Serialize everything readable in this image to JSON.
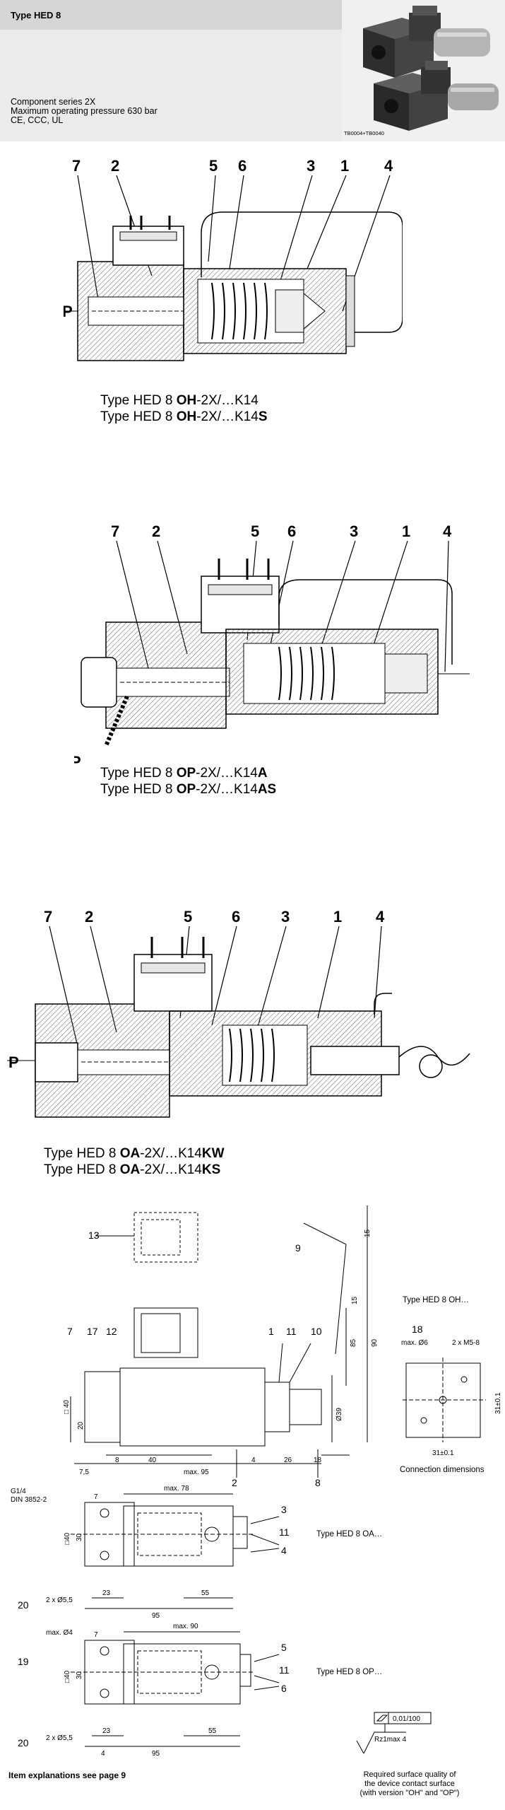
{
  "header": {
    "title": "Type HED 8",
    "specs": [
      "Component series 2X",
      "Maximum operating pressure 630 bar",
      "CE, CCC, UL"
    ],
    "photo_code": "TB0004+TB0040"
  },
  "section1": {
    "numbers": [
      "7",
      "2",
      "5",
      "6",
      "3",
      "1",
      "4"
    ],
    "port": "P",
    "caption": [
      {
        "prefix": "Type HED 8 ",
        "bold": "OH",
        "mid": "-2X/…K14",
        "suffix_bold": ""
      },
      {
        "prefix": "Type HED 8 ",
        "bold": "OH",
        "mid": "-2X/…K14",
        "suffix_bold": "S"
      }
    ]
  },
  "section2": {
    "numbers": [
      "7",
      "2",
      "5",
      "6",
      "3",
      "1",
      "4"
    ],
    "port": "P",
    "caption": [
      {
        "prefix": "Type HED 8 ",
        "bold": "OP",
        "mid": "-2X/…K14",
        "suffix_bold": "A"
      },
      {
        "prefix": "Type HED 8 ",
        "bold": "OP",
        "mid": "-2X/…K14",
        "suffix_bold": "AS"
      }
    ]
  },
  "section3": {
    "numbers": [
      "7",
      "2",
      "5",
      "6",
      "3",
      "1",
      "4"
    ],
    "port": "P",
    "caption": [
      {
        "prefix": "Type HED 8 ",
        "bold": "OA",
        "mid": "-2X/…K14",
        "suffix_bold": "KW"
      },
      {
        "prefix": "Type HED 8 ",
        "bold": "OA",
        "mid": "-2X/…K14",
        "suffix_bold": "KS"
      }
    ]
  },
  "dimensions": {
    "side_view": {
      "labels": [
        "13",
        "9",
        "7",
        "17",
        "12",
        "1",
        "11",
        "10",
        "2",
        "8"
      ],
      "dims": [
        "15",
        "15",
        "90",
        "85",
        "□ 40",
        "20",
        "Ø39",
        "7,5",
        "8",
        "40",
        "max. 95",
        "4",
        "26",
        "18"
      ]
    },
    "oh_view": {
      "type_label": "Type HED 8 OH…",
      "labels": [
        "18"
      ],
      "dims": [
        "max. Ø6",
        "2 x M5-8",
        "31±0.1",
        "31±0.1"
      ],
      "caption": "Connection dimensions"
    },
    "oa_view": {
      "type_label": "Type HED 8 OA…",
      "labels": [
        "20",
        "3",
        "11",
        "4"
      ],
      "dims": [
        "G1/4",
        "DIN 3852-2",
        "7",
        "max. 78",
        "□40",
        "30",
        "2 x Ø5,5",
        "23",
        "55",
        "95"
      ]
    },
    "op_view": {
      "type_label": "Type HED 8 OP…",
      "labels": [
        "19",
        "20",
        "5",
        "11",
        "6"
      ],
      "dims": [
        "max. Ø4",
        "7",
        "max. 90",
        "□40",
        "30",
        "2 x Ø5,5",
        "23",
        "4",
        "55",
        "95"
      ]
    },
    "surface": {
      "flatness": "0,01/100",
      "roughness": "Rz1max 4",
      "text": [
        "Required surface quality of",
        "the device contact surface",
        "(with version \"OH\" and \"OP\")"
      ]
    }
  },
  "footer": {
    "note": "Item explanations see page 9"
  }
}
